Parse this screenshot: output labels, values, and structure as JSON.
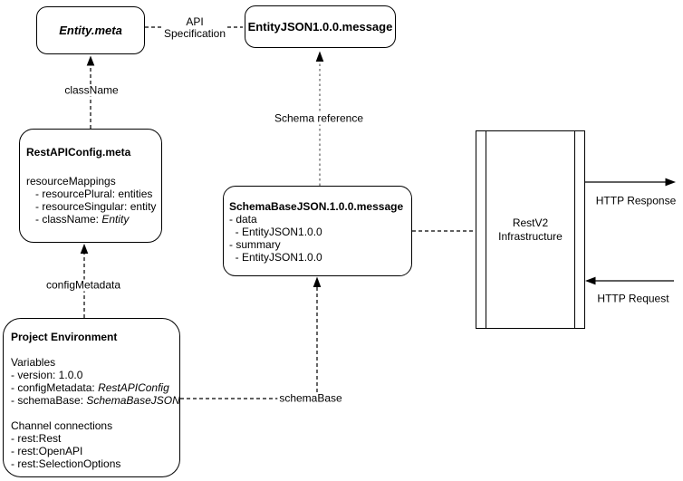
{
  "nodes": {
    "entity_meta": {
      "title": "Entity.meta"
    },
    "entity_json": {
      "title": "EntityJSON1.0.0.message"
    },
    "rest_api_config": {
      "title": "RestAPIConfig.meta",
      "lines": [
        "resourceMappings",
        "   - resourcePlural: entities",
        "   - resourceSingular: entity"
      ],
      "classname_label": "   - className: ",
      "classname_value": "Entity"
    },
    "schema_base": {
      "title": "SchemaBaseJSON.1.0.0.message",
      "lines": [
        "- data",
        "  - EntityJSON1.0.0",
        "- summary",
        "  - EntityJSON1.0.0"
      ]
    },
    "rest_v2": {
      "line1": "RestV2",
      "line2": "Infrastructure"
    },
    "project_env": {
      "title": "Project Environment",
      "variables_header": "Variables",
      "version_line": "- version: 1.0.0",
      "config_label": "- configMetadata: ",
      "config_value": "RestAPIConfig",
      "schema_label": "- schemaBase: ",
      "schema_value": "SchemaBaseJSON",
      "channels_header": "Channel connections",
      "channel_lines": [
        "- rest:Rest",
        "- rest:OpenAPI",
        "- rest:SelectionOptions"
      ]
    }
  },
  "edges": {
    "api_specification": {
      "label_line1": "API",
      "label_line2": "Specification"
    },
    "class_name": {
      "label": "className"
    },
    "schema_reference": {
      "label": "Schema reference"
    },
    "config_metadata": {
      "label": "configMetadata"
    },
    "schema_base": {
      "label": "schemaBase"
    },
    "http_response": {
      "label": "HTTP Response"
    },
    "http_request": {
      "label": "HTTP Request"
    }
  },
  "colors": {
    "line": "#000000",
    "schema_reference_line": "#757575",
    "background": "#ffffff"
  }
}
